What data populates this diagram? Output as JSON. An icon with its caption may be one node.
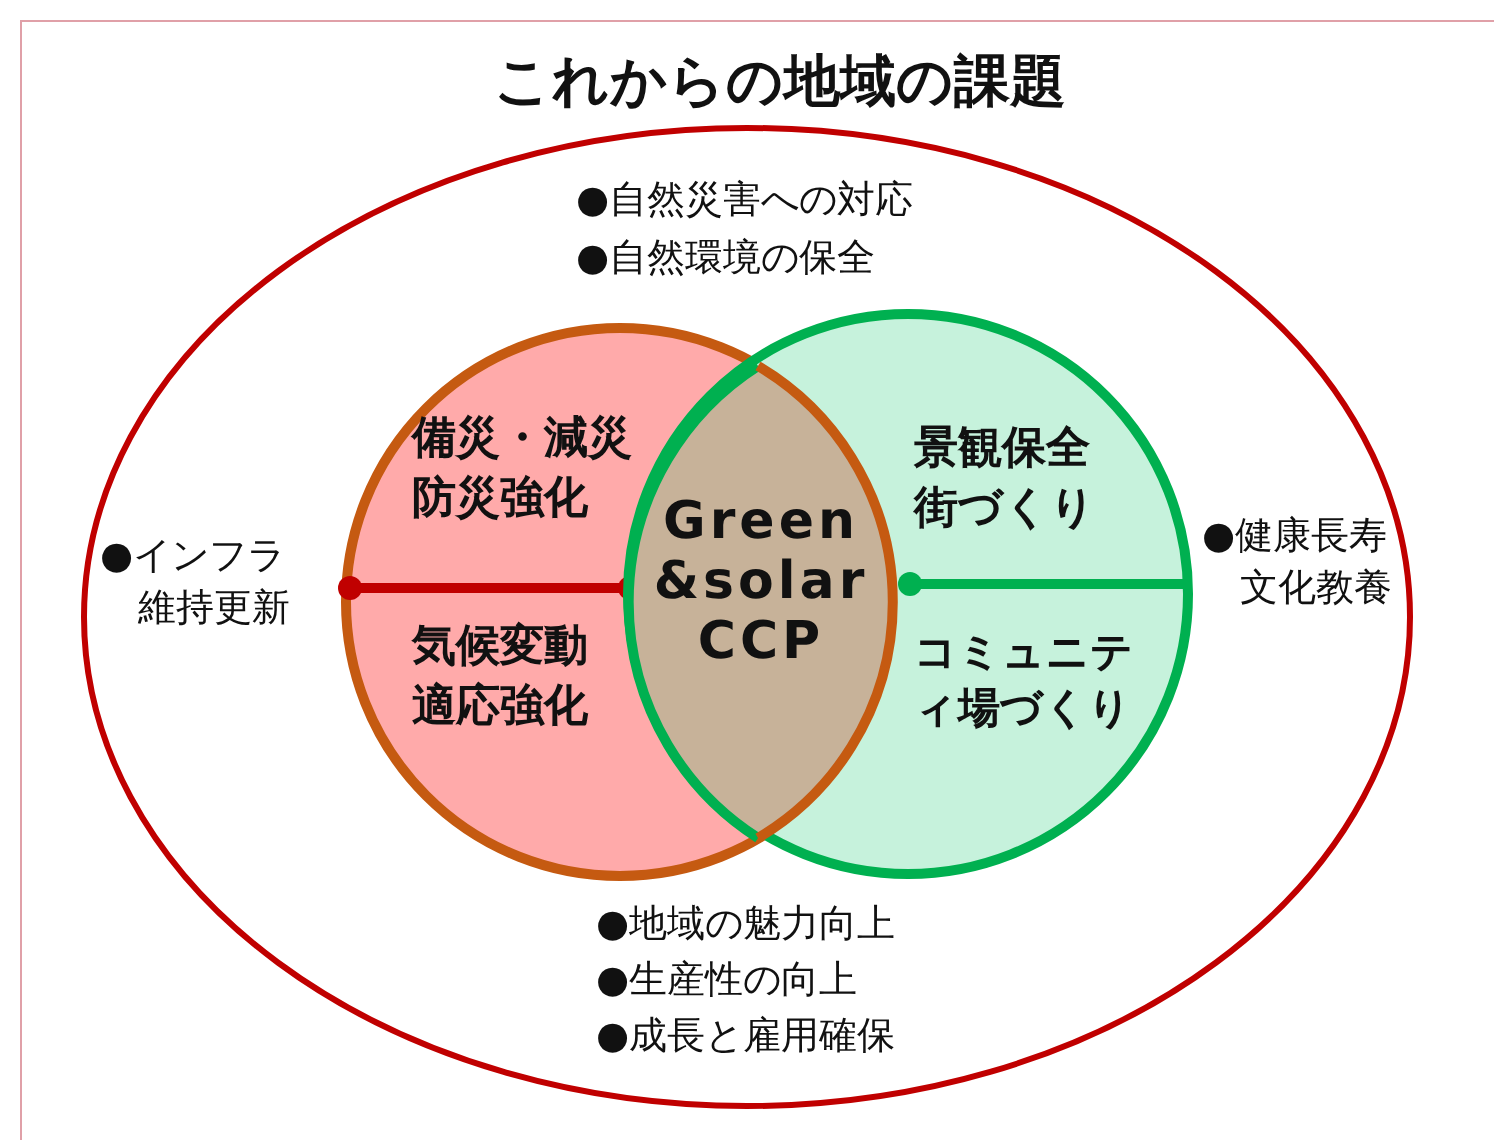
{
  "diagram": {
    "nodes": [
      {
        "text": [
          "これからの地域の課題",
          "●自然災害への対応",
          "●自然環境の保全",
          "●インフラ維持更新",
          "●健康長寿文化教養",
          "●地域の魅力向上",
          "●生産性の向上",
          "●成長と雇用確保"
        ]
      },
      {
        "text": [
          "備災・減災防災強化",
          "気候変動適応強化"
        ],
        "in": 0
      },
      {
        "text": [
          "景観保全街づくり",
          "コミュニティ場づくり"
        ],
        "in": 0
      },
      {
        "text": [
          "Green &solar CCP"
        ]
      }
    ]
  }
}
